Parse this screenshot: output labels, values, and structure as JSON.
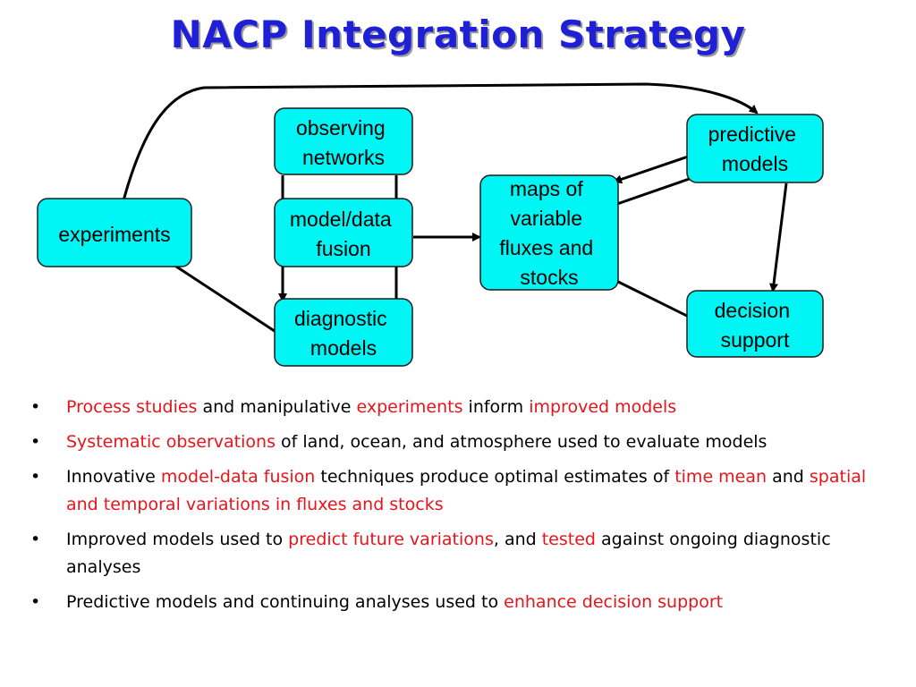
{
  "title": "NACP Integration Strategy",
  "diagram": {
    "nodes": {
      "observing_networks": [
        "observing",
        "networks"
      ],
      "model_data_fusion": [
        "model/data",
        "fusion"
      ],
      "diagnostic_models": [
        "diagnostic",
        "models"
      ],
      "experiments": [
        "experiments"
      ],
      "maps": [
        "maps of",
        "variable",
        "fluxes and",
        "stocks"
      ],
      "predictive_models": [
        "predictive",
        "models"
      ],
      "decision_support": [
        "decision",
        "support"
      ]
    }
  },
  "colors": {
    "title": "#1f1fd6",
    "node_fill": "#00f5f5",
    "highlight": "#e8141b"
  },
  "bullets": [
    {
      "segments": [
        {
          "text": "Process studies",
          "hl": true
        },
        {
          "text": " and manipulative ",
          "hl": false
        },
        {
          "text": "experiments",
          "hl": true
        },
        {
          "text": " inform ",
          "hl": false
        },
        {
          "text": "improved models",
          "hl": true
        }
      ]
    },
    {
      "segments": [
        {
          "text": "Systematic observations",
          "hl": true
        },
        {
          "text": " of land, ocean, and atmosphere used to evaluate models",
          "hl": false
        }
      ]
    },
    {
      "segments": [
        {
          "text": "Innovative ",
          "hl": false
        },
        {
          "text": "model-data fusion",
          "hl": true
        },
        {
          "text": " techniques produce optimal estimates of ",
          "hl": false
        },
        {
          "text": "time mean",
          "hl": true
        },
        {
          "text": " and ",
          "hl": false
        },
        {
          "text": "spatial and temporal variations in fluxes and stocks",
          "hl": true
        }
      ]
    },
    {
      "segments": [
        {
          "text": "Improved models used to ",
          "hl": false
        },
        {
          "text": "predict future variations",
          "hl": true
        },
        {
          "text": ", and ",
          "hl": false
        },
        {
          "text": "tested",
          "hl": true
        },
        {
          "text": " against ongoing diagnostic analyses",
          "hl": false
        }
      ]
    },
    {
      "segments": [
        {
          "text": "Predictive models and continuing analyses used to ",
          "hl": false
        },
        {
          "text": "enhance decision support",
          "hl": true
        }
      ]
    }
  ]
}
